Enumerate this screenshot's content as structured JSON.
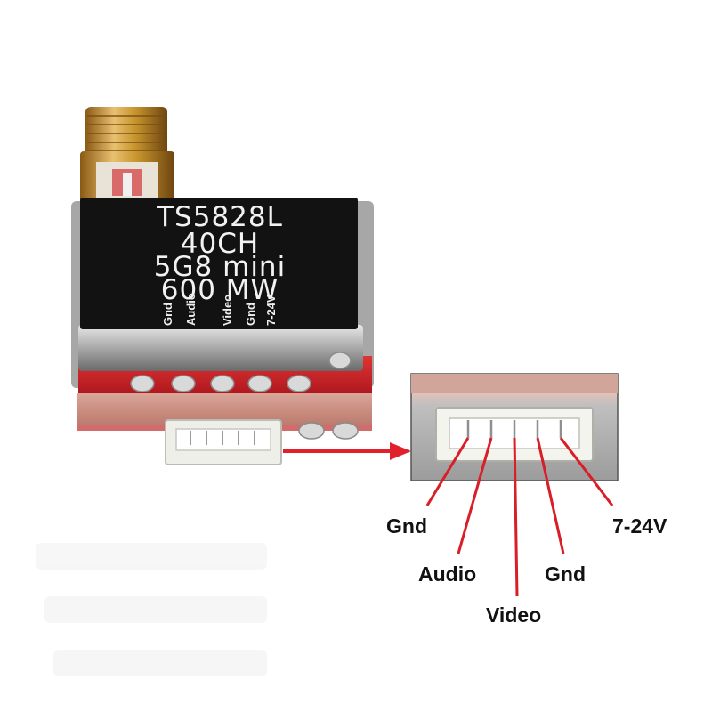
{
  "module": {
    "shield_lines": [
      "TS5828L",
      "40CH",
      "5G8 mini",
      "600 MW"
    ],
    "pin_labels": [
      "Gnd",
      "Audio",
      "Video",
      "Gnd",
      "7-24V"
    ]
  },
  "callout": {
    "labels": [
      "Gnd",
      "Audio",
      "Video",
      "Gnd",
      "7-24V"
    ],
    "arrow_color": "#e0202a",
    "line_color": "#d81e26"
  },
  "colors": {
    "pcb_red": "#c8202a",
    "shield_black": "#111111",
    "gold": "#c8962e"
  }
}
